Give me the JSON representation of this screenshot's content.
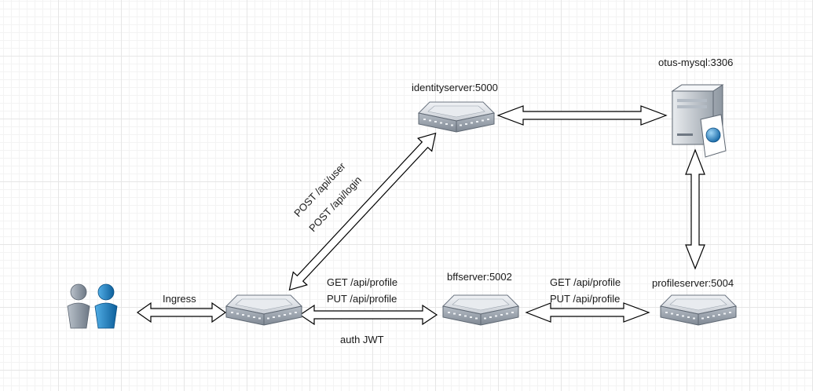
{
  "nodes": {
    "identityserver": {
      "label": "identityserver:5000",
      "icon": "server-icon"
    },
    "mysql": {
      "label": "otus-mysql:3306",
      "icon": "database-server-icon"
    },
    "bffserver": {
      "label": "bffserver:5002",
      "icon": "server-icon"
    },
    "profileserver": {
      "label": "profileserver:5004",
      "icon": "server-icon"
    },
    "ingress_node": {
      "label": "",
      "icon": "server-icon"
    },
    "users": {
      "label": "",
      "icon": "users-icon"
    }
  },
  "edges": {
    "users_ingress": {
      "label": "Ingress"
    },
    "ingress_identity": {
      "label_1": "POST /api/user",
      "label_2": "POST /api/login"
    },
    "ingress_bff": {
      "label_1": "GET /api/profile",
      "label_2": "PUT /api/profile",
      "label_3": "auth JWT"
    },
    "bff_profile": {
      "label_1": "GET /api/profile",
      "label_2": "PUT /api/profile"
    },
    "identity_mysql": {
      "label": ""
    },
    "mysql_profile": {
      "label": ""
    }
  },
  "colors": {
    "server_top": "#dfe3e8",
    "server_side": "#9aa3ad",
    "user_gray": "#8f9aa6",
    "user_blue": "#1f7fc4",
    "arrow_stroke": "#000000"
  }
}
